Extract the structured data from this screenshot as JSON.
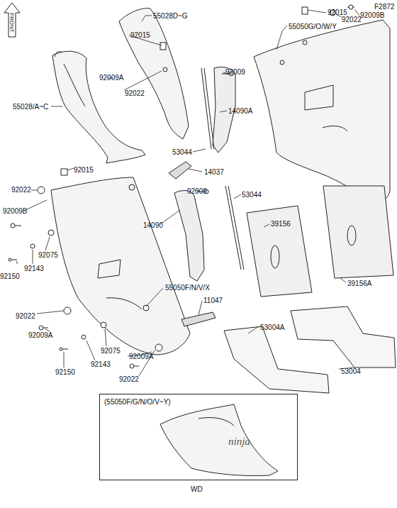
{
  "diagram": {
    "nodes": [
      {
        "text": [
          "(55050F/G/N/O/V~Y)"
        ]
      }
    ],
    "labels": [
      "FRONT",
      "F2872",
      "55028D~G",
      "92015",
      "55050G/O/W/Y",
      "92022",
      "92009B",
      "92015",
      "92009",
      "92009A",
      "92022",
      "55028/A~C",
      "14090A",
      "53044",
      "92015",
      "14037",
      "92022",
      "92009",
      "53044",
      "92009B",
      "14090",
      "39156",
      "92075",
      "92143",
      "92150",
      "39156A",
      "11047",
      "55050F/N/V/X",
      "53004A",
      "92022",
      "92009A",
      "92075",
      "92143",
      "92009A",
      "92150",
      "53004",
      "92022",
      "ninja",
      "WD"
    ]
  }
}
